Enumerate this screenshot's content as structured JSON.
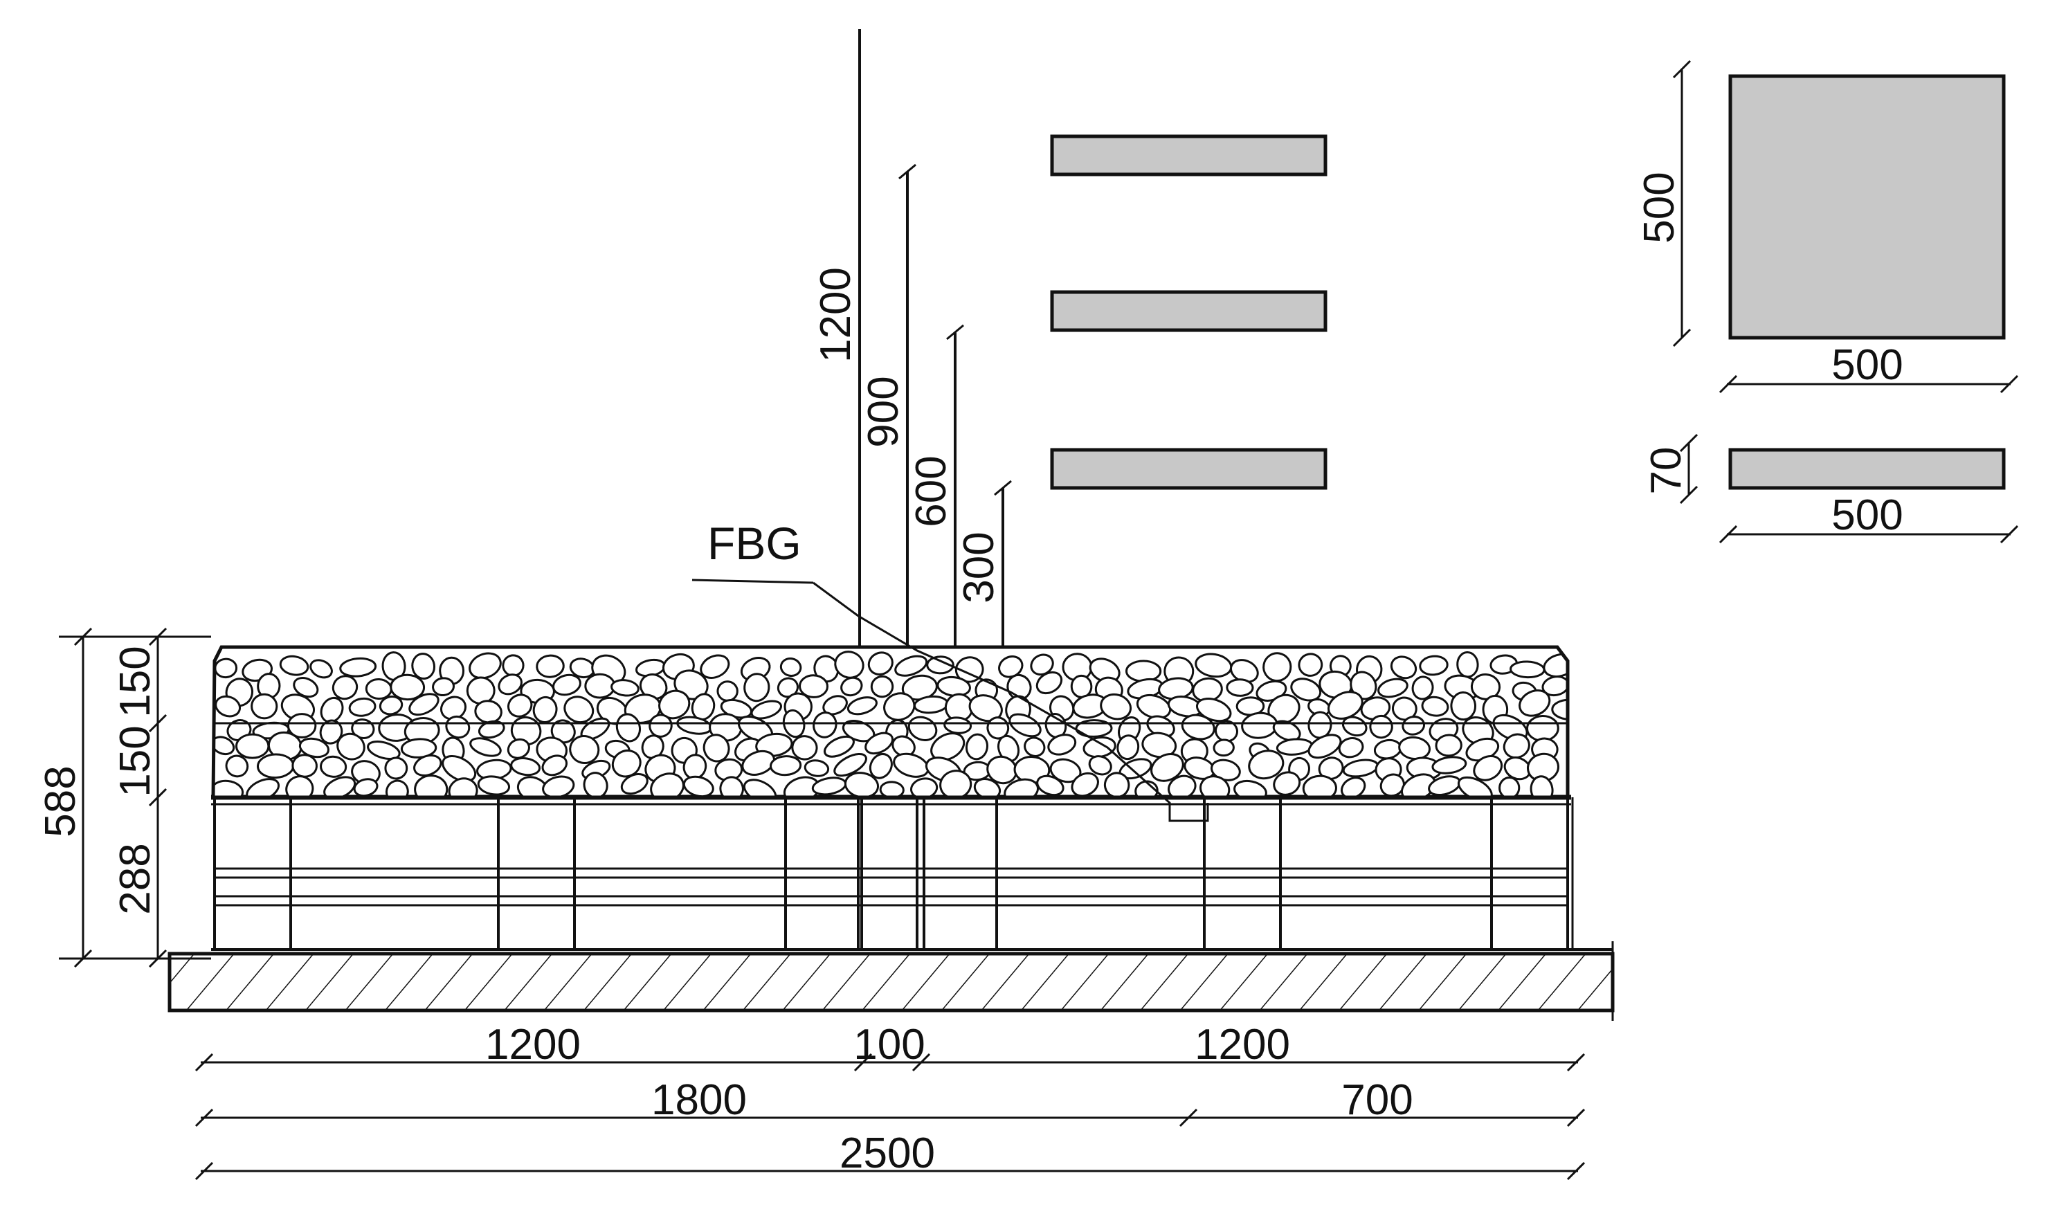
{
  "colors": {
    "line": "#111111",
    "plate_fill": "#c8c8c8",
    "background": "#ffffff"
  },
  "sensor": {
    "label": "FBG"
  },
  "rods": [
    {
      "label": "1200"
    },
    {
      "label": "900"
    },
    {
      "label": "600"
    },
    {
      "label": "300"
    }
  ],
  "left_dims": {
    "total": "588",
    "top_layer": "150",
    "second_layer": "150",
    "base_layer": "288"
  },
  "bottom_dims": {
    "row1": {
      "left": "1200",
      "gap": "100",
      "right": "1200"
    },
    "row2": {
      "left": "1800",
      "right": "700"
    },
    "row3": {
      "total": "2500"
    }
  },
  "plate_detail": {
    "square": {
      "height": "500",
      "width": "500"
    },
    "thin": {
      "height": "70",
      "width": "500"
    }
  }
}
